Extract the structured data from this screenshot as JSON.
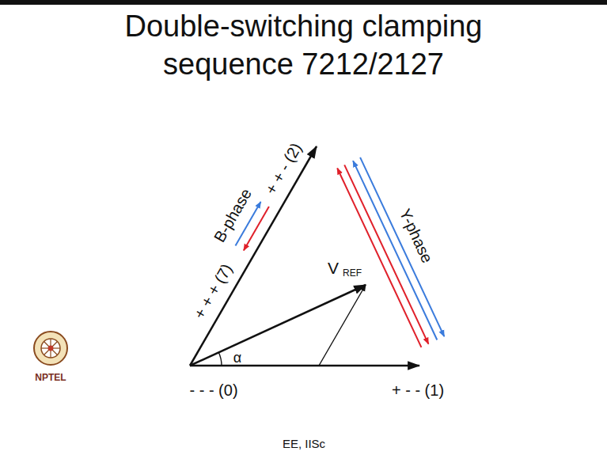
{
  "diagram": {
    "title": "Double-switching clamping sequence 7212/2127",
    "labels": [
      "+ + - (2)",
      "+ + + (7)",
      "B-phase",
      "Y-phase",
      "V",
      "REF",
      "α",
      "- - - (0)",
      "+ - - (1)",
      "EE, IISc",
      "NPTEL"
    ]
  }
}
